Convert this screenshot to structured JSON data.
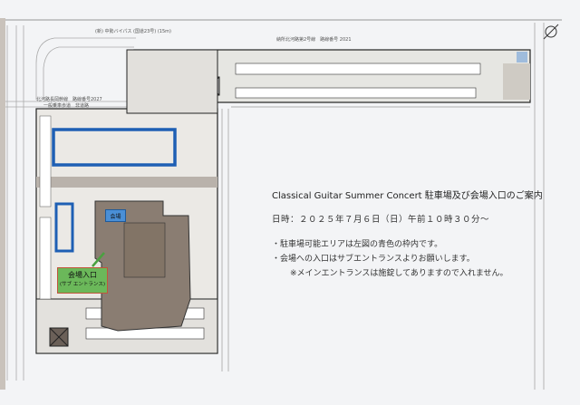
{
  "map": {
    "road_top": "(新) 中勢バイパス (国道23号) (15m)",
    "road_upper_right": "納所北河路第2号線　路線番号 2021",
    "road_left": "北河路長岡幹線　路線番号2027",
    "sidewalk_left": "一般乗車歩道　非道路",
    "venue_label": "会場",
    "entrance_label": "会場入口",
    "entrance_sub": "(サブ エントランス)",
    "parking_color": "#1e5fb4",
    "venue_color": "#4a8fd6",
    "entrance_color": "#6bb85a"
  },
  "info": {
    "title": "Classical Guitar Summer Concert 駐車場及び会場入口のご案内",
    "date": "日時：２０２５年７月６日（日）午前１０時３０分～",
    "bullets": [
      "・駐車場可能エリアは左図の青色の枠内です。",
      "・会場への入口はサブエントランスよりお願いします。",
      "※メインエントランスは施錠してありますので入れません。"
    ]
  }
}
